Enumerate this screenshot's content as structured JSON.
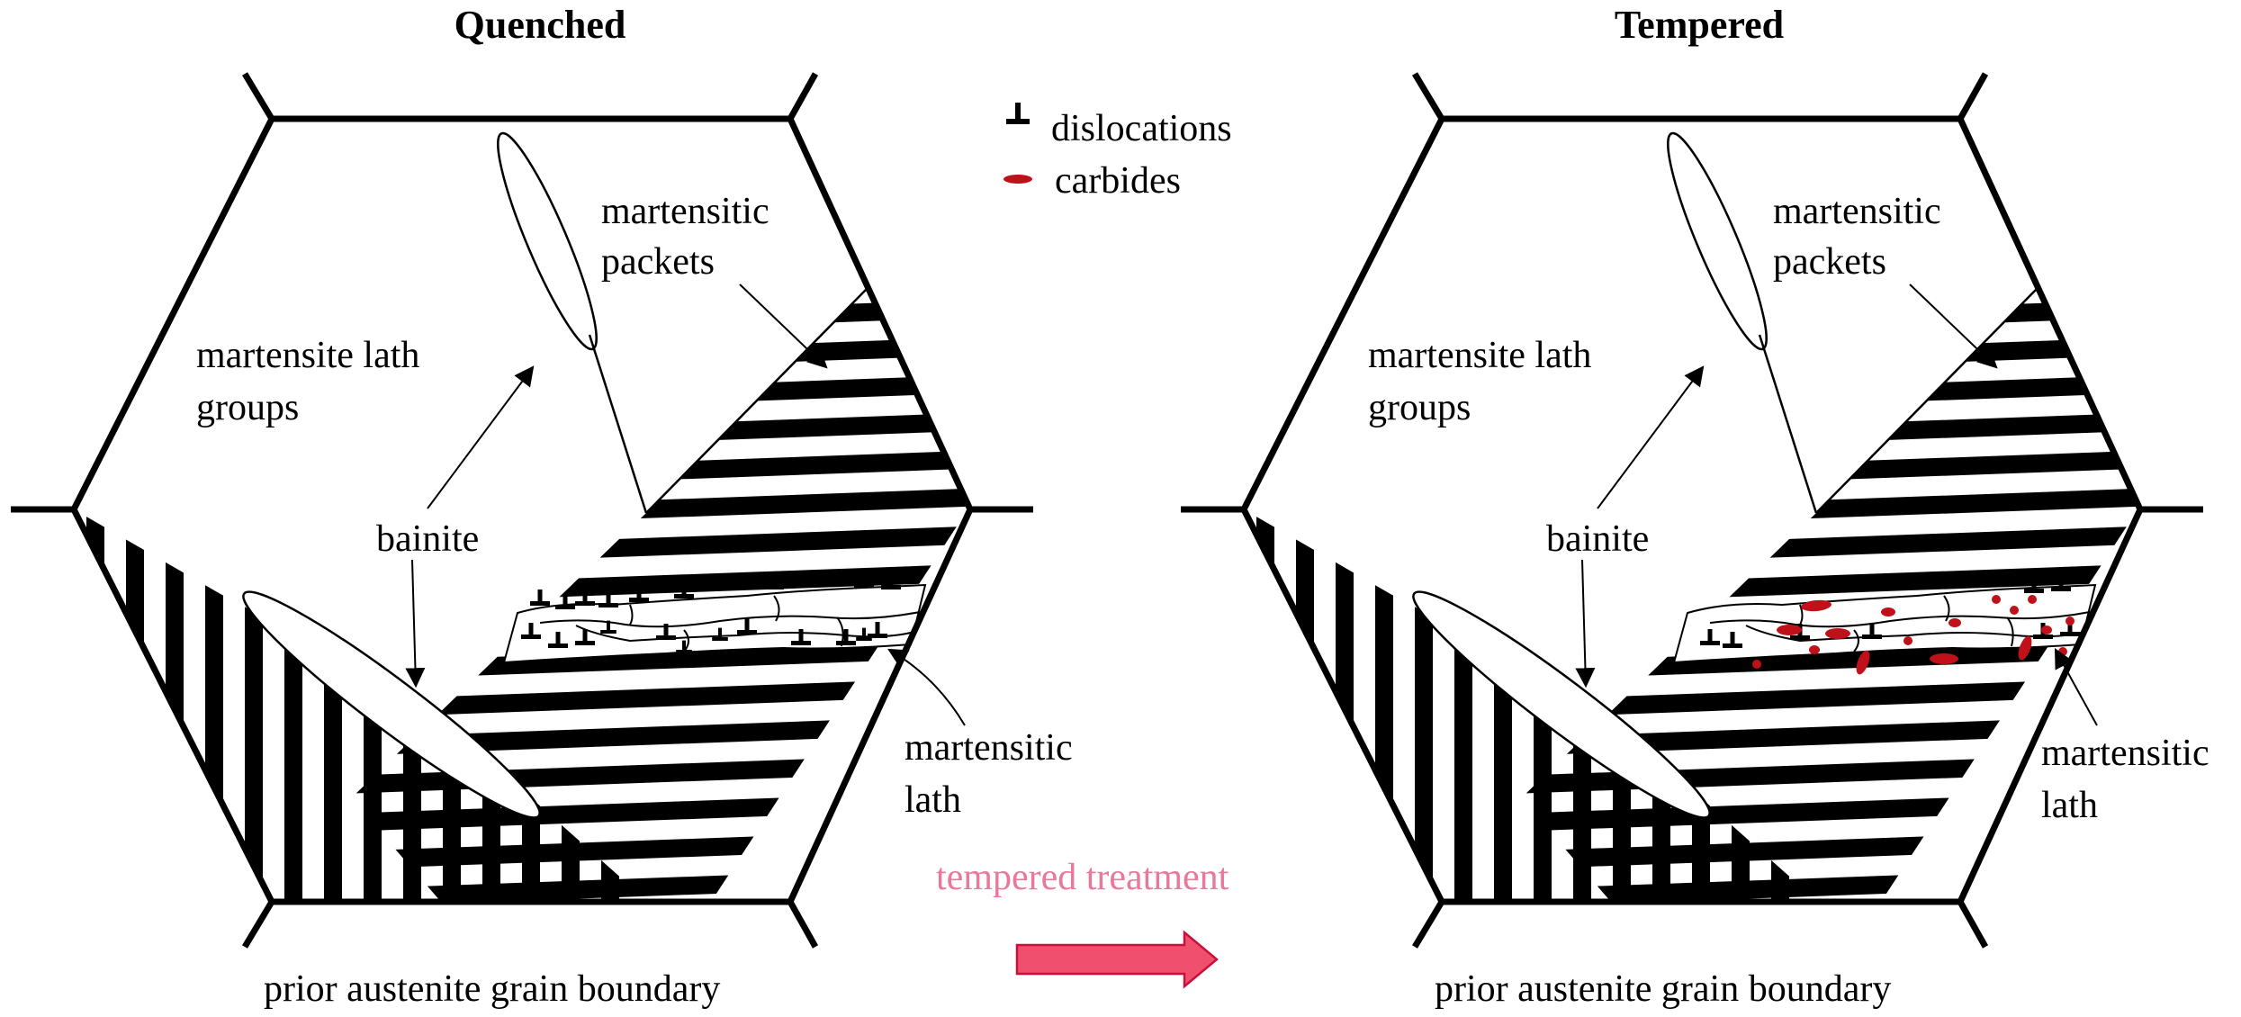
{
  "panels": {
    "quenched": {
      "title": "Quenched",
      "labels": {
        "groups_line1": "martensite lath",
        "groups_line2": "groups",
        "packets_line1": "martensitic",
        "packets_line2": "packets",
        "bainite": "bainite",
        "lath_line1": "martensitic",
        "lath_line2": "lath",
        "boundary": "prior austenite grain boundary"
      }
    },
    "tempered": {
      "title": "Tempered",
      "labels": {
        "groups_line1": "martensite lath",
        "groups_line2": "groups",
        "packets_line1": "martensitic",
        "packets_line2": "packets",
        "bainite": "bainite",
        "lath_line1": "martensitic",
        "lath_line2": "lath",
        "boundary": "prior austenite grain boundary"
      }
    }
  },
  "legend": {
    "dislocations": "dislocations",
    "carbides": "carbides"
  },
  "process": {
    "label": "tempered treatment"
  },
  "colors": {
    "carbide": "#c0101a",
    "arrow_fill": "#f0506e",
    "arrow_stroke": "#c8103a",
    "process_text": "#e8799a"
  }
}
